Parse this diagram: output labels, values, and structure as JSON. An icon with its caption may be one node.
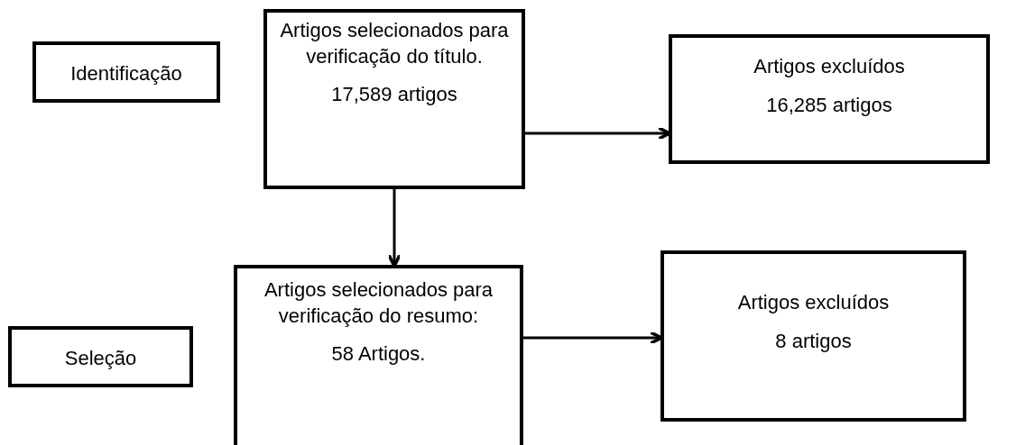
{
  "diagram": {
    "nodes": [
      {
        "text": [
          "Identificação"
        ]
      },
      {
        "text": [
          "Artigos selecionados para verificação do título.",
          "17,589 artigos"
        ]
      },
      {
        "text": [
          "Artigos excluídos",
          "16,285 artigos"
        ]
      },
      {
        "text": [
          "Seleção"
        ]
      },
      {
        "text": [
          "Artigos selecionados para verificação do resumo:",
          "58 Artigos."
        ]
      },
      {
        "text": [
          "Artigos excluídos",
          "8 artigos"
        ]
      }
    ],
    "edges": [
      {
        "from": 1,
        "to": 2,
        "arrow": "to"
      },
      {
        "from": 1,
        "to": 4,
        "arrow": "to"
      },
      {
        "from": 4,
        "to": 5,
        "arrow": "to"
      }
    ]
  }
}
